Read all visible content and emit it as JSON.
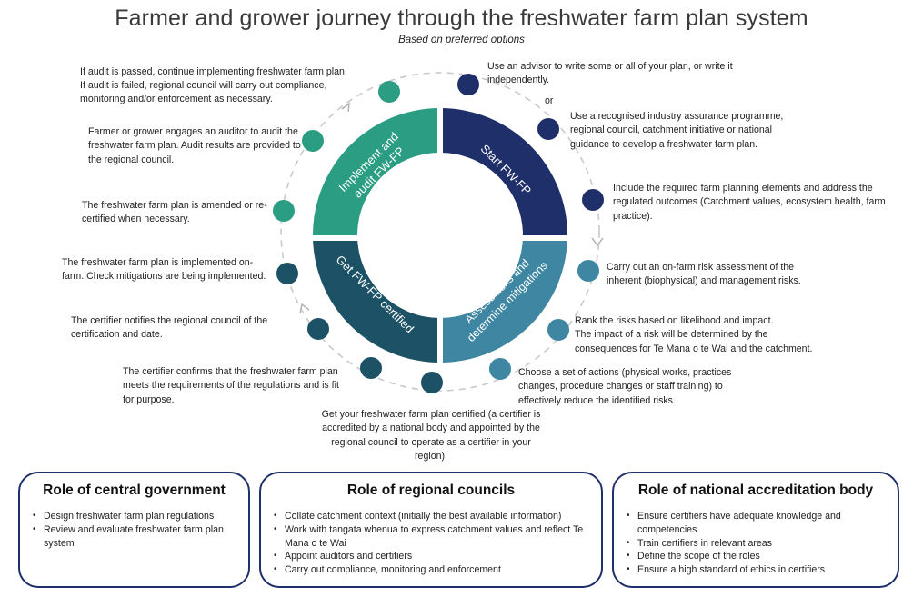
{
  "header": {
    "title": "Farmer and grower journey through the freshwater farm plan system",
    "subtitle": "Based on preferred options"
  },
  "colors": {
    "dark_blue": "#1f2f6a",
    "teal_green": "#2a9d82",
    "steel_blue": "#3f86a3",
    "dark_teal": "#1c5166",
    "box_border": "#1f2f6a"
  },
  "quadrants": {
    "start": "Start FW-FP",
    "assess": "Assess risks and determine mitigations",
    "certified": "Get FW-FP certified",
    "implement": "Implement and audit FW-FP"
  },
  "steps": {
    "advisor": "Use an advisor to write some or all of your plan, or write it independently.",
    "or": "or",
    "industry": "Use a recognised industry assurance programme, regional council, catchment initiative or national guidance to develop a freshwater farm plan.",
    "elements": "Include the required farm planning elements and address the regulated outcomes (Catchment values, ecosystem health, farm practice).",
    "risk_assessment": "Carry out an on-farm risk assessment of the inherent (biophysical) and management risks.",
    "rank": "Rank the risks based on likelihood and impact. The impact of a risk will be determined by the consequences for Te Mana o te Wai and the catchment.",
    "actions": "Choose a set of actions (physical works, practices changes, procedure changes or staff training) to effectively reduce the identified risks.",
    "get_certified": "Get your freshwater farm plan certified (a certifier is accredited by a national body and appointed by the regional council to operate as a certifier in your region).",
    "certifier_confirms": "The certifier confirms that the freshwater farm plan meets the requirements of the regulations and is fit for purpose.",
    "certifier_notifies": "The certifier notifies the regional council of the certification and date.",
    "implemented": "The freshwater farm plan is implemented on-farm. Check mitigations are being implemented.",
    "amended": "The freshwater farm plan is amended or re-certified when necessary.",
    "auditor": "Farmer or grower engages an auditor to audit the freshwater farm plan. Audit results are provided to the regional council.",
    "audit_passed": "If audit is passed, continue implementing freshwater farm plan",
    "audit_failed": "If audit is failed, regional council will carry out compliance, monitoring and/or enforcement as necessary."
  },
  "roles": {
    "central": {
      "title": "Role of central government",
      "items": [
        "Design freshwater farm plan regulations",
        "Review and evaluate freshwater farm plan system"
      ]
    },
    "regional": {
      "title": "Role of regional councils",
      "items": [
        "Collate catchment context (initially the best available information)",
        "Work with tangata whenua to express catchment values and reflect Te Mana o te Wai",
        "Appoint auditors and certifiers",
        "Carry out compliance, monitoring and enforcement"
      ]
    },
    "national": {
      "title": "Role of national accreditation body",
      "items": [
        "Ensure certifiers have adequate knowledge and competencies",
        "Train certifiers in relevant areas",
        "Define the scope of the roles",
        "Ensure a high standard of ethics in certifiers"
      ]
    }
  }
}
